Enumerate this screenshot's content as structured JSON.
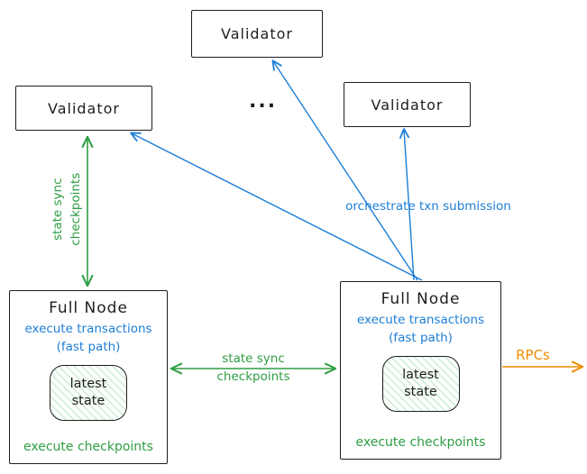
{
  "validators": {
    "top": {
      "label": "Validator"
    },
    "left": {
      "label": "Validator"
    },
    "right": {
      "label": "Validator"
    },
    "ellipsis": "..."
  },
  "full_nodes": {
    "left": {
      "title": "Full Node",
      "exec_line1": "execute transactions",
      "exec_line2": "(fast path)",
      "state_line1": "latest",
      "state_line2": "state",
      "footer": "execute checkpoints"
    },
    "right": {
      "title": "Full Node",
      "exec_line1": "execute transactions",
      "exec_line2": "(fast path)",
      "state_line1": "latest",
      "state_line2": "state",
      "footer": "execute checkpoints"
    }
  },
  "edges": {
    "state_sync_left": {
      "line1": "state sync",
      "line2": "checkpoints"
    },
    "state_sync_middle": {
      "line1": "state sync",
      "line2": "checkpoints"
    },
    "orchestrate": {
      "label": "orchestrate txn submission"
    },
    "rpcs": {
      "label": "RPCs"
    }
  },
  "colors": {
    "ink": "#1e1e1e",
    "blue": "#1c7ed6",
    "green": "#2f9e44",
    "orange": "#f08c00"
  }
}
